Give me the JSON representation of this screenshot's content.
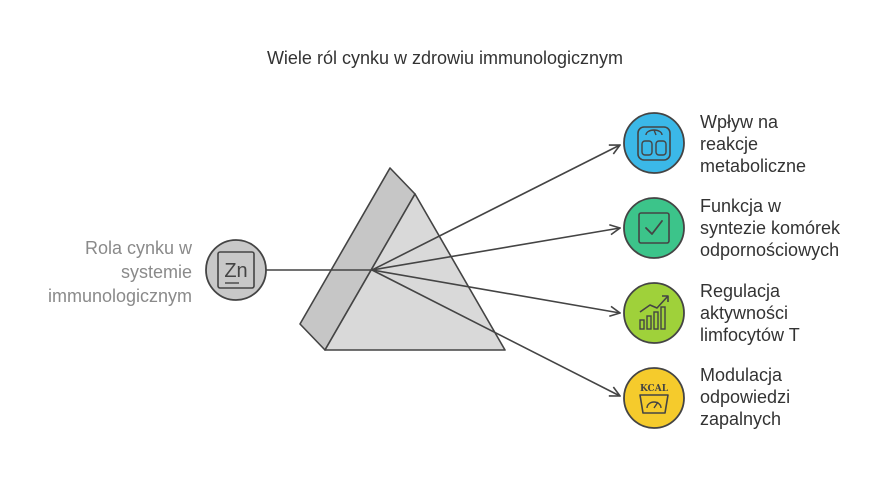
{
  "title": "Wiele ról cynku w zdrowiu immunologicznym",
  "input": {
    "label_lines": [
      "Rola cynku w",
      "systemie",
      "immunologicznym"
    ],
    "icon": "zinc-element-icon",
    "icon_text": "Zn"
  },
  "outputs": [
    {
      "label_lines": [
        "Wpływ na",
        "reakcje",
        "metaboliczne"
      ],
      "icon": "scale-icon",
      "color": "#3bb8e8"
    },
    {
      "label_lines": [
        "Funkcja w",
        "syntezie komórek",
        "odpornościowych"
      ],
      "icon": "checkbox-icon",
      "color": "#3cc48a"
    },
    {
      "label_lines": [
        "Regulacja",
        "aktywności",
        "limfocytów T"
      ],
      "icon": "growth-chart-icon",
      "color": "#9fd13a"
    },
    {
      "label_lines": [
        "Modulacja",
        "odpowiedzi",
        "zapalnych"
      ],
      "icon": "kcal-scale-icon",
      "color": "#f5cb2c",
      "icon_text": "KCAL"
    }
  ],
  "colors": {
    "prism_front": "#d9d9d9",
    "prism_side": "#c6c6c6",
    "input_circle": "#c8c8c8",
    "stroke": "#444444"
  }
}
